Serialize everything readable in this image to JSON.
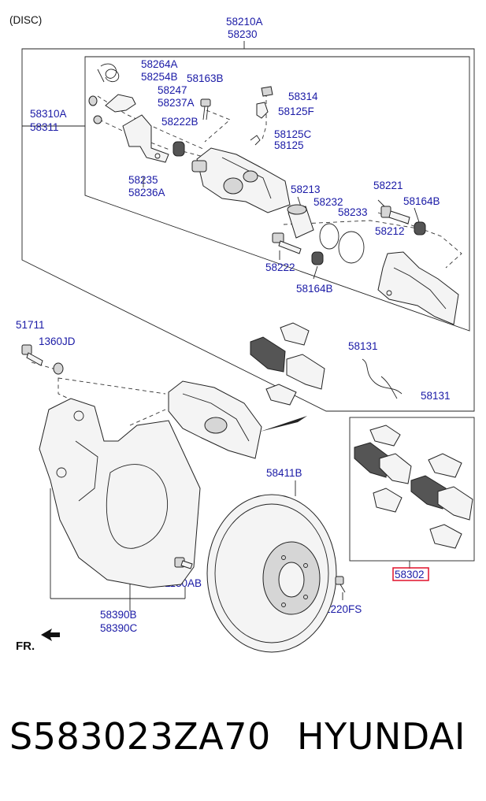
{
  "header": {
    "variant": "(DISC)"
  },
  "callouts": {
    "caliper_assy": [
      "58210A",
      "58230"
    ],
    "spring": [
      "58264A",
      "58254B"
    ],
    "bolt_58163B": "58163B",
    "bracket_pin": [
      "58247",
      "58237A"
    ],
    "cap_58314": "58314",
    "bleeder": "58125F",
    "bleeder_cap": [
      "58125C",
      "58125"
    ],
    "caliper_outer": [
      "58310A",
      "58311"
    ],
    "boot_58222B": "58222B",
    "bracket": [
      "58235",
      "58236A"
    ],
    "piston": "58213",
    "seal_58232": "58232",
    "seal_58233": "58233",
    "guide_58221": "58221",
    "boot_58164B_top": "58164B",
    "carrier": "58212",
    "pin_58222": "58222",
    "boot_58164B_bottom": "58164B",
    "bolt_51711": "51711",
    "washer": "1360JD",
    "sensor_wire_top": "58131",
    "sensor_wire_bottom": "58131",
    "disc": "58411B",
    "dust_cover_bolt": "1130AB",
    "disc_screw": "1220FS",
    "dust_cover": [
      "58390B",
      "58390C"
    ],
    "pad_kit": "58302",
    "front_marker": "FR."
  },
  "colors": {
    "label": "#1a1aa6",
    "highlight_box": "#e0102a",
    "line": "#222222"
  },
  "footer": {
    "part_code": "S583023ZA70",
    "brand": "HYUNDAI"
  }
}
